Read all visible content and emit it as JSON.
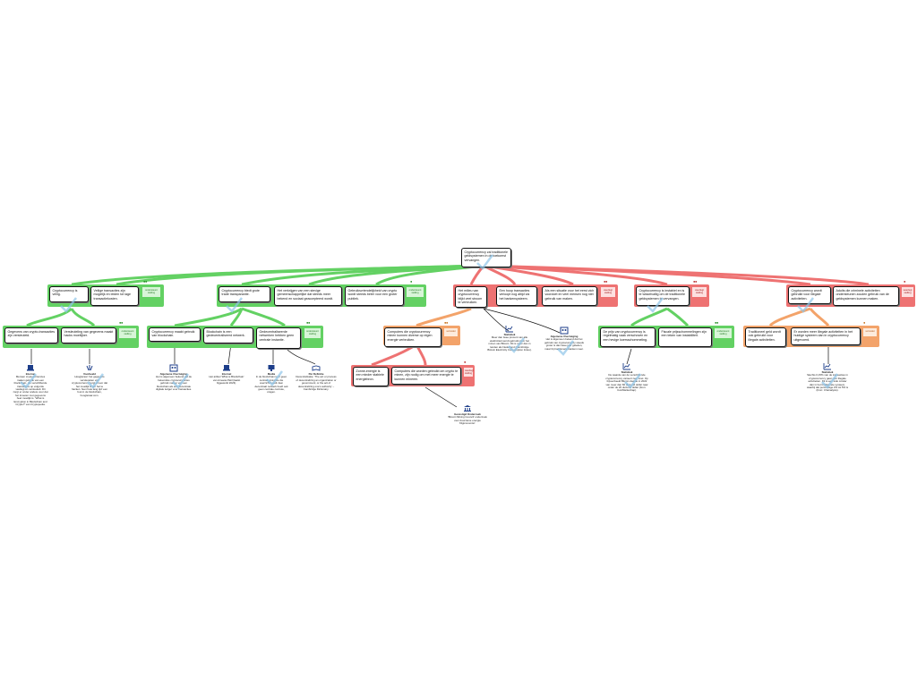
{
  "colors": {
    "pro": "#63d163",
    "con": "#ee7272",
    "neutral": "#f3a36a",
    "line": "#111111"
  },
  "nodes": {
    "root": "Cryptocurrency zal traditionele geldsystemen in de toekomst vervangen.",
    "p1": "Cryptocurrency is veilig.",
    "p2": "Veilige transacties zijn mogelijk en leiden tot lage transactiekosten.",
    "p3": "Cryptocurrency biedt grote trade transparantie.",
    "p4": "Het verkrijgen van een stevige gemeenschappelijke dat steeds meer bekend en sociaal geaccepteerd wordt.",
    "p5": "Gebruiksvriendelijkheid van crypto wordt steeds beter voor een groter publiek.",
    "p1a": "Gegevens van crypto-transacties zijn versleuteld.",
    "p1b": "Versleuteling van gegevens maakt hacks moeilijker.",
    "p3a": "Cryptocurrency maakt gebruik van blockchain.",
    "p3b": "Blockchain is een gedecentraliseerd netwerk.",
    "p3c": "Gedecentraliseerde netwerken hebben geen centrale instantie.",
    "c1": "Het milieu van cryptocurrency blijkt veel stroom te verbruiken.",
    "c2": "Een hoop transacties verloopt nog altijd via het bankensysteem.",
    "c3": "Als een situatie voor het eerst zich voordoet en veel mensen nog niet gebruik van maken.",
    "c4": "Cryptocurrency is instabiel en is te wisselvallig om de traditionele geldsystemen te vervangen.",
    "c5": "Cryptocurrency wordt gebruikt voor illegale activiteiten.",
    "c6": "Adults die criminele activiteiten ondersteunen zouden gebruik van de geldsystemen kunnen maken.",
    "c1a": "Computers die cryptocurrency minen kunnen diverse op eigen energie verbruiken.",
    "c1a1": "Zonne-energie is een minder stabiele energiebron.",
    "c1a2": "Computers die worden gebruikt om crypto te minen, zijn nodig om met meer energie te kunnen mineren.",
    "c4a": "De prijs van cryptocurrency is regelmatig vaak verschoven en een hevige koersschommeling.",
    "c4b": "Fiscale prijsschommelingen zijn een teken van instabiliteit.",
    "c5a": "Traditioneel geld wordt ook gebruikt voor illegale activiteiten.",
    "c5b": "Er worden meer illegale activiteiten in het huidige systeem dan in cryptocurrency uitgevoerd."
  },
  "tags": {
    "pro": "ondersteunt stelling",
    "con": "weerlegt stelling",
    "neutral": "verzwakt"
  },
  "evidence": {
    "e1": {
      "title": "Internet",
      "text": "Mensen cryptocurrencies maken gebruik van een blockchain, die verschillende transacties op volgorde vastlegt en versleutelt. Dit zorgt er onder andere voor dat het knoeien met gegevens heel moeilijk is. 'What is Encryption in Blockchain and Crypto?' van Cryptopedia.",
      "icon": "laptop-icon"
    },
    "e2": {
      "title": "Voorbeeld",
      "text": "Hoogleraar: het gegevens versleutelen van cryptocurrency zorgt ervoor dat het moeilijk is om het te hacken. 'Een hele lang tijd' een fout in de blockchain, hoogleraar.com.",
      "icon": "hands-icon"
    },
    "e3": {
      "title": "Algemene Overtuiging",
      "text": "Het is algemeen bekend dat de bekendste cryptocurrencies gebruik maken van een blockchain als een decentrale digitale ledger voor transacties.",
      "icon": "people-icon"
    },
    "e4": {
      "title": "Internet",
      "text": "Het artikel 'What is Blockchain' van Ameeta Patil (laatst bijgewerkt 2023).",
      "icon": "laptop-icon"
    },
    "e5": {
      "title": "Media",
      "text": "In de blockchain is er geen centrale instantie die overzicht houdt. Een decentraal netwerk heeft ook geen centrale controle, vragen.",
      "icon": "tv-icon"
    },
    "e6": {
      "title": "Per Definitie",
      "text": "Decentralisatie: 'The act or process of decentralizing an organization or government; or the act of decentralizing one's authority' – Cambridge Dictionary.",
      "icon": "book-icon"
    },
    "e7": {
      "title": "Statistiek",
      "text": "Meer dan twee procent van alle elektriciteit wordt gebruikt door het minen van Bitcoin. Dit is meer dan in landen als Nederland (Cambridge Bitcoin Electricity Consumption Index).",
      "icon": "chart-icon"
    },
    "e8": {
      "title": "Algemene Overtuiging",
      "text": "Het is algemeen bekend dat het gebruik van cryptocurrency steeds groter is dan twee jaar geleden, maar bij traditionele banken meer.",
      "icon": "people-icon"
    },
    "e9": {
      "title": "Gevestigd Onderzoek",
      "text": "'Bitcoin Mining Council' onderzoek over duurzame energie 'Digiconomist'.",
      "icon": "building-icon"
    },
    "e10": {
      "title": "Statistiek",
      "text": "De waarde van de verschillende cryptocurrency varieert zeer snel. Op bijvoorbeeld Bitcoin daalde in 2022 van meer dan 60 duizend dollar naar onder de 20 duizend dollar (bron: CoinMarketCap).",
      "icon": "chart-icon"
    },
    "e11": {
      "title": "Statistiek",
      "text": "Slechts 0,15% van de transacties in cryptocurrency gaat over illegale activiteiten. Dit is een stuk minder dan in het traditionele systeem, waarbij dat percentage 2% tot 5% is (bron: Chainalysis).",
      "icon": "chart-icon"
    }
  }
}
